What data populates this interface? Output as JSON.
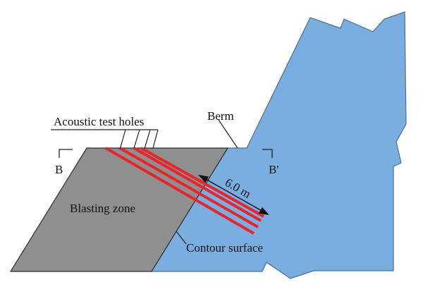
{
  "labels": {
    "acoustic_test_holes": "Acoustic test holes",
    "berm": "Berm",
    "section_b": "B",
    "section_b_prime": "B'",
    "distance": "6.0 m",
    "blasting_zone": "Blasting zone",
    "contour_surface": "Contour surface"
  },
  "colors": {
    "rock_mass": "#7aaee0",
    "blasting_zone": "#8f8f8f",
    "test_holes": "#e8252a",
    "outline": "#3a3a3a"
  }
}
